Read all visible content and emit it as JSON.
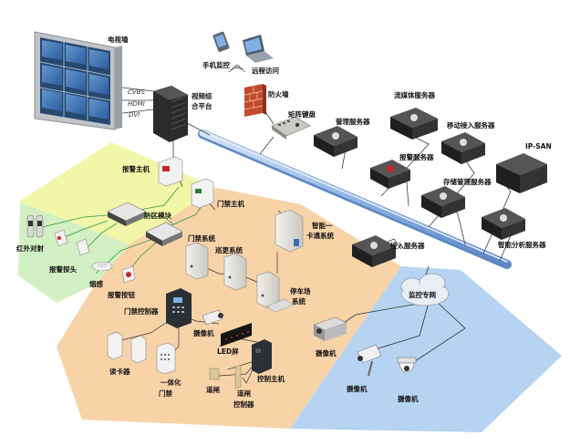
{
  "labels": {
    "tv_wall": "电视墙",
    "cvbs": "CVBS",
    "hdmi": "HDMI",
    "dvi": "DVI",
    "platform_1": "视频综",
    "platform_2": "合平台",
    "phone_ctrl": "手机监控",
    "remote_access": "远程访问",
    "firewall": "防火墙",
    "keyboard": "矩阵键盘",
    "mgmt_server": "管理服务器",
    "stream_server": "流媒体服务器",
    "alarm_server": "报警服务器",
    "mobile_access": "移动接入服务器",
    "storage_mgmt": "存储管理服务器",
    "ipsan": "IP-SAN",
    "access_server": "接入服务器",
    "smart_server": "智能分析服务器",
    "alarm_host": "报警主机",
    "zone_module": "防区模块",
    "access_host": "门禁主机",
    "infrared": "红外对射",
    "alarm_probe": "报警探头",
    "smoke": "烟感",
    "alarm_button": "报警按钮",
    "door_system": "门禁系统",
    "patrol_system": "巡更系统",
    "parking_1": "停车场",
    "parking_2": "系统",
    "onecard_1": "智能一",
    "onecard_2": "卡通系统",
    "door_controller": "门禁控制器",
    "camera_small": "摄像机",
    "led": "LED屏",
    "control_host": "控制主机",
    "card_reader": "读卡器",
    "integrated_1": "一体化",
    "integrated_2": "门禁",
    "gate": "道闸",
    "gate_ctrl_1": "道闸",
    "gate_ctrl_2": "控制器",
    "monitor_net": "监控专网",
    "camera1": "摄像机",
    "camera2": "摄像机",
    "camera3": "摄像机"
  },
  "colors": {
    "yellow_zone": "#f2f6a8",
    "green_zone": "#d3f0c4",
    "orange_zone": "#f8d3a8",
    "blue_zone": "#b6d4f2",
    "bus": "#8fb4e3",
    "line": "#3a3a3a",
    "green_line": "#2f9a45"
  }
}
